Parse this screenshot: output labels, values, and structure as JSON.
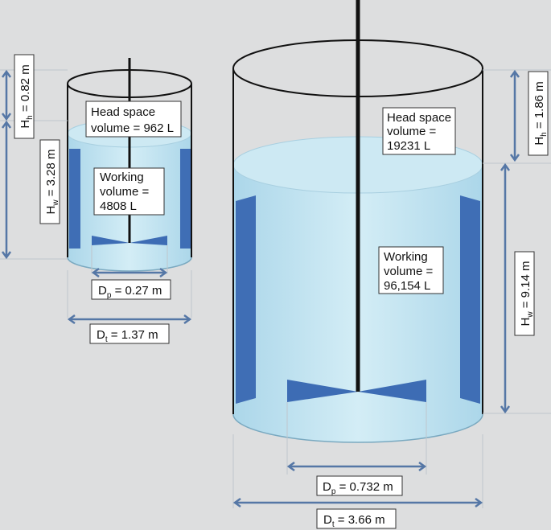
{
  "colors": {
    "background": "#dddedf",
    "liquid_top": "#cfeaf3",
    "liquid_body": "#b9dfee",
    "baffle": "#3f6eb5",
    "impeller": "#3d6cb4",
    "dimension_arrow": "#5577a6",
    "vessel_outline": "#111111"
  },
  "small_tank": {
    "head_space": {
      "line1": "Head space",
      "line2": "volume = 962 L"
    },
    "working": {
      "line1": "Working",
      "line2": "volume =",
      "line3": "4808 L"
    },
    "h_head": {
      "sym": "H",
      "sub": "h",
      "val": " = 0.82 m"
    },
    "h_work": {
      "sym": "H",
      "sub": "w",
      "val": " = 3.28 m"
    },
    "d_imp": {
      "sym": "D",
      "sub": "p",
      "val": " = 0.27 m"
    },
    "d_tank": {
      "sym": "D",
      "sub": "t",
      "val": " = 1.37 m"
    }
  },
  "large_tank": {
    "head_space": {
      "line1": "Head space",
      "line2": "volume =",
      "line3": "19231 L"
    },
    "working": {
      "line1": "Working",
      "line2": "volume =",
      "line3": "96,154 L"
    },
    "h_head": {
      "sym": "H",
      "sub": "h",
      "val": " = 1.86 m"
    },
    "h_work": {
      "sym": "H",
      "sub": "w",
      "val": " = 9.14 m"
    },
    "d_imp": {
      "sym": "D",
      "sub": "p",
      "val": " = 0.732 m"
    },
    "d_tank": {
      "sym": "D",
      "sub": "t",
      "val": " = 3.66 m"
    }
  }
}
